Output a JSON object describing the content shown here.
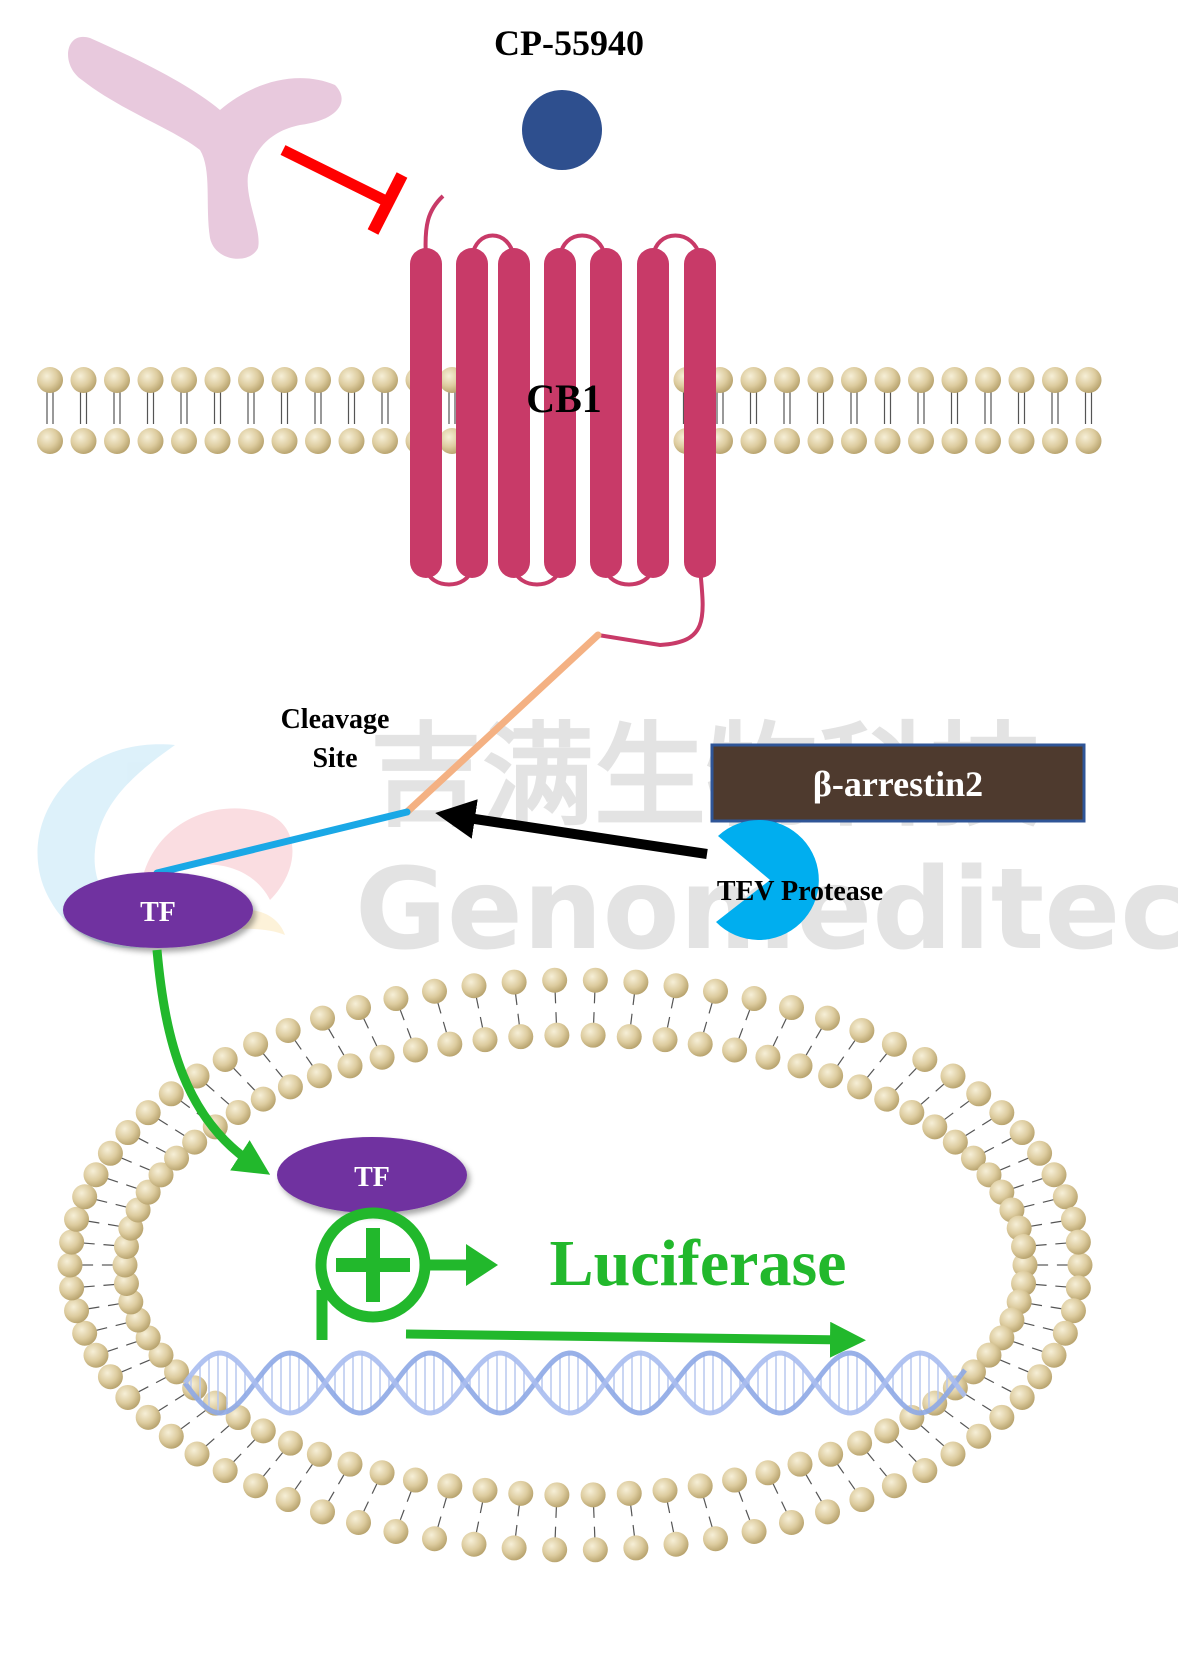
{
  "ligand": {
    "label": "CP-55940",
    "color": "#2e4f8e"
  },
  "receptor": {
    "label": "CB1",
    "color": "#c83a68"
  },
  "cleavage": {
    "line1": "Cleavage",
    "line2": "Site"
  },
  "arrestin": {
    "label": "β-arrestin2",
    "fill": "#4e3a2e",
    "border": "#2f5597"
  },
  "protease": {
    "label": "TEV Protease",
    "color": "#00aeef"
  },
  "tf_cytoplasm": {
    "label": "TF"
  },
  "tf_nucleus": {
    "label": "TF"
  },
  "reporter": {
    "label": "Luciferase",
    "color": "#22b82c"
  },
  "watermark": {
    "chinese": "吉满生物科技",
    "latin": "Genomeditech"
  },
  "colors": {
    "antibody": "#e8c9dd",
    "inhibit": "#ff0000",
    "lipid_head": "#d8c79a",
    "tf": "#7030a0",
    "linker_orange": "#f4b183",
    "linker_blue": "#1aa8e6",
    "dna": "#8ea9e6"
  }
}
